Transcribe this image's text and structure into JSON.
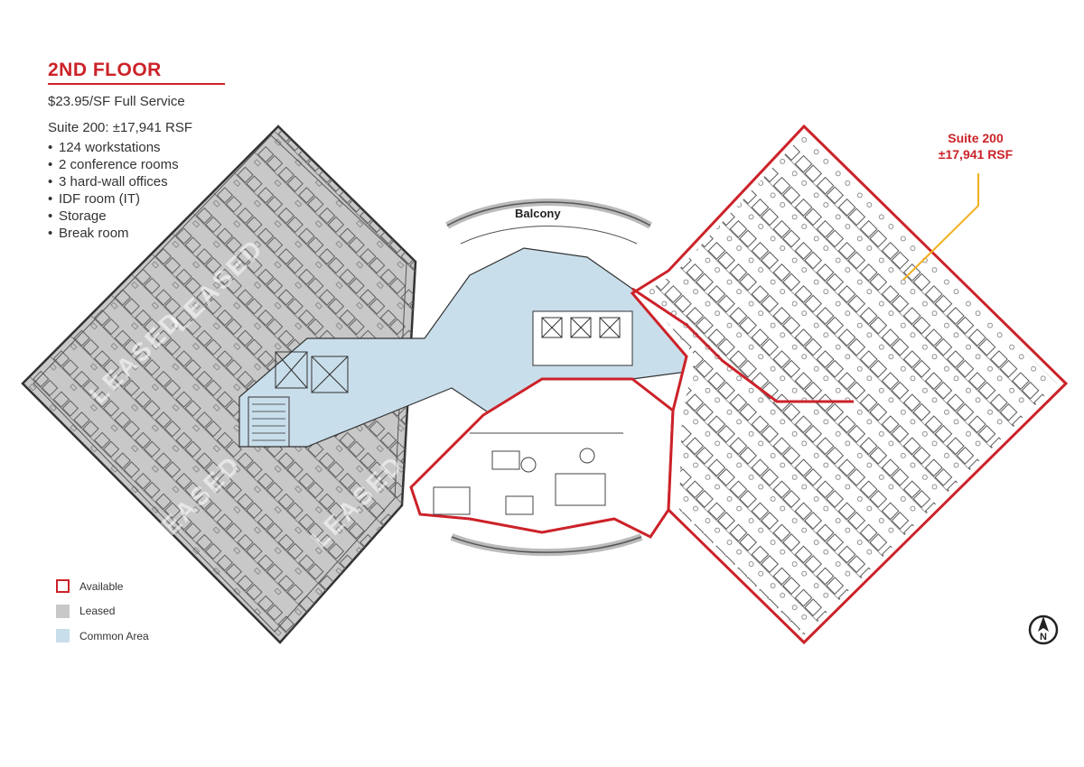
{
  "header": {
    "title": "2ND FLOOR",
    "price": "$23.95/SF Full Service",
    "suite_line": "Suite 200:  ±17,941 RSF"
  },
  "features": [
    "124 workstations",
    "2 conference rooms",
    "3 hard-wall offices",
    "IDF room (IT)",
    "Storage",
    "Break room"
  ],
  "plan": {
    "balcony_label": "Balcony",
    "callout_line1": "Suite 200",
    "callout_line2": "±17,941 RSF",
    "watermarks": [
      "LEASED",
      "LEASED",
      "LEASED",
      "LEASED"
    ]
  },
  "legend": {
    "available": "Available",
    "leased": "Leased",
    "common": "Common Area"
  },
  "colors": {
    "accent_red": "#cc2229",
    "leased_gray": "#c8c8c8",
    "common_blue": "#c9deeb",
    "callout_yellow": "#f2b01e"
  },
  "icons": {
    "north": "north-arrow-icon"
  }
}
